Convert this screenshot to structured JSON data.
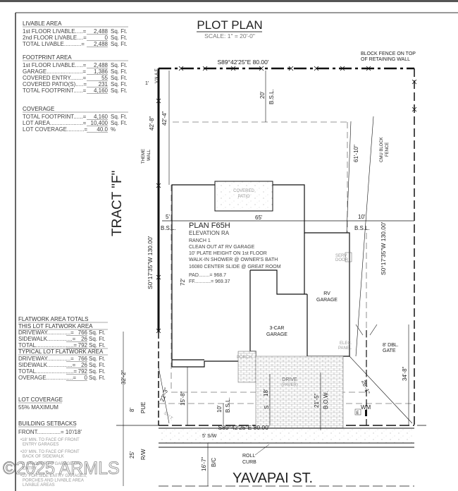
{
  "title": "PLOT PLAN",
  "scale": "SCALE: 1\" = 20'-0\"",
  "colors": {
    "line": "#111111",
    "text": "#222222",
    "hatch": "#9a9a9a",
    "background": "#ffffff"
  },
  "livable_area": {
    "heading": "LIVABLE AREA",
    "rows": [
      {
        "label": "1st FLOOR LIVABLE.....=",
        "value": "2,488",
        "unit": "Sq. Ft."
      },
      {
        "label": "2nd FLOOR LIVABLE....=",
        "value": "0",
        "unit": "Sq. Ft."
      },
      {
        "label": "TOTAL LIVABLE...........=",
        "value": "2,488",
        "unit": "Sq. Ft."
      }
    ]
  },
  "footprint_area": {
    "heading": "FOOTPRINT AREA",
    "rows": [
      {
        "label": "1st FLOOR LIVABLE.....=",
        "value": "2,488",
        "unit": "Sq. Ft."
      },
      {
        "label": "GARAGE.......................=",
        "value": "1,386",
        "unit": "Sq. Ft."
      },
      {
        "label": "COVERED ENTRY........=",
        "value": "55",
        "unit": "Sq. Ft."
      },
      {
        "label": "COVERED PATIO(S).....=",
        "value": "231",
        "unit": "Sq. Ft."
      },
      {
        "label": "TOTAL FOOTPRINT......=",
        "value": "4,160",
        "unit": "Sq. Ft."
      }
    ]
  },
  "coverage": {
    "heading": "COVERAGE",
    "rows": [
      {
        "label": "TOTAL FOOTPRINT......=",
        "value": "4,160",
        "unit": "Sq. Ft."
      },
      {
        "label": "LOT AREA.....................=",
        "value": "10,400",
        "unit": "Sq. Ft."
      },
      {
        "label": "LOT COVERAGE...........=",
        "value": "40.0",
        "unit": "%"
      }
    ]
  },
  "flatwork": {
    "heading": "FLATWORK AREA TOTALS",
    "this_lot_heading": "THIS LOT FLATWORK AREA",
    "this_lot_rows": [
      {
        "label": "DRIVEWAY...............=",
        "value": "766",
        "unit": "Sq. Ft."
      },
      {
        "label": "SIDEWALK................=",
        "value": "26",
        "unit": "Sq. Ft."
      },
      {
        "label": "TOTAL........................=",
        "value": "792",
        "unit": "Sq. Ft."
      }
    ],
    "typical_heading": "TYPICAL LOT FLATWORK AREA",
    "typical_rows": [
      {
        "label": "DRIVEWAY...............=",
        "value": "766",
        "unit": "Sq. Ft."
      },
      {
        "label": "SIDEWALK................=",
        "value": "26",
        "unit": "Sq. Ft."
      },
      {
        "label": "TOTAL........................=",
        "value": "792",
        "unit": "Sq. Ft."
      },
      {
        "label": "OVERAGE.................=",
        "value": "0",
        "unit": "Sq. Ft."
      }
    ]
  },
  "lot_coverage": {
    "heading": "LOT COVERAGE",
    "value": "55% MAXIMUM"
  },
  "setbacks": {
    "heading": "BUILDING SETBACKS",
    "front": "FRONT...............= 10'/18'",
    "notes": [
      [
        "18' MIN. TO FACE OF FRONT",
        "ENTRY GARAGES"
      ],
      [
        "20' MIN. TO FACE OF FRONT",
        "BACK OF SIDEWALK"
      ],
      [
        "2' STAGGER TO GARAGE ON",
        "ENTRY..."
      ],
      [
        "10' FOR SIDE ENTRY GARAGES;",
        "PORCHES AND LIVABLE AREA",
        "LIVABLE AREAS"
      ]
    ]
  },
  "watermark": "©2025 ARMLS",
  "plan": {
    "name": "PLAN F65H",
    "elevation": "ELEVATION RA",
    "notes": [
      "RANCH 1",
      "CLEAN OUT AT RV GARAGE",
      "10' PLATE HEIGHT ON 1st FLOOR",
      "WALK-IN SHOWER @ OWNER'S BATH",
      "16080 CENTER SLIDE @ GREAT ROOM"
    ],
    "pad": "PAD........= 968.7",
    "ff": "FF............= 969.37"
  },
  "labels": {
    "tract": "TRACT \"F\"",
    "street": "YAVAPAI ST.",
    "top_bearing": "S89°42'25\"E  80.00'",
    "bottom_bearing": "S89°42'25\"E  80.00'",
    "left_bearing": "S0°17'35\"W  130.00'",
    "right_bearing": "S0°17'35\"W  130.00'",
    "block_fence": [
      "BLOCK FENCE ON TOP",
      "OF RETAINING WALL"
    ],
    "vnae": "V.N.A.E",
    "vnae_dim": "1'",
    "theme_wall": [
      "THEME",
      "WALL"
    ],
    "cmu_fence": [
      "CMU BLOCK",
      "FENCE"
    ],
    "covered_patio": [
      "COVERED",
      "PATIO"
    ],
    "serv_door": [
      "SERV",
      "DOOR"
    ],
    "rv_garage": [
      "RV",
      "GARAGE"
    ],
    "three_car_garage": [
      "3-CAR",
      "GARAGE"
    ],
    "elec_panel": [
      "ELEC.",
      "PANEL"
    ],
    "dbl_gate": [
      "8' DBL.",
      "GATE"
    ],
    "porch": "PORCH",
    "drive": [
      "DRIVE",
      "(PAVER)"
    ],
    "sidewalk": "5' S/W",
    "roll_curb": [
      "ROLL",
      "CURB"
    ],
    "wm": "WM",
    "e_box": "E",
    "bsl": "B.S.L.",
    "pue": "PUE",
    "rw": "R/W",
    "bc": "B/C",
    "bow": "B.O.W.",
    "svt": "S.V.T.",
    "s": "S"
  },
  "dimensions": {
    "front_top_bsl": "20'",
    "d42_8": "42'-8\"",
    "d42_4": "42'-4\"",
    "d61_10": "61'-10\"",
    "left_bsl": "5'",
    "right_bsl": "10'",
    "width": "65'",
    "depth": "72'",
    "d32_2": "32'-2\"",
    "d34_8": "34'-8\"",
    "d22_3": "22'-3\"",
    "d15_8": "15'-8\"",
    "front_bsl": "10'",
    "d18": "18'",
    "d21_5": "21'-5\"",
    "d26_1": "26'-1\"",
    "pue": "8'",
    "rw": "25'",
    "bc": "16'-7\""
  }
}
